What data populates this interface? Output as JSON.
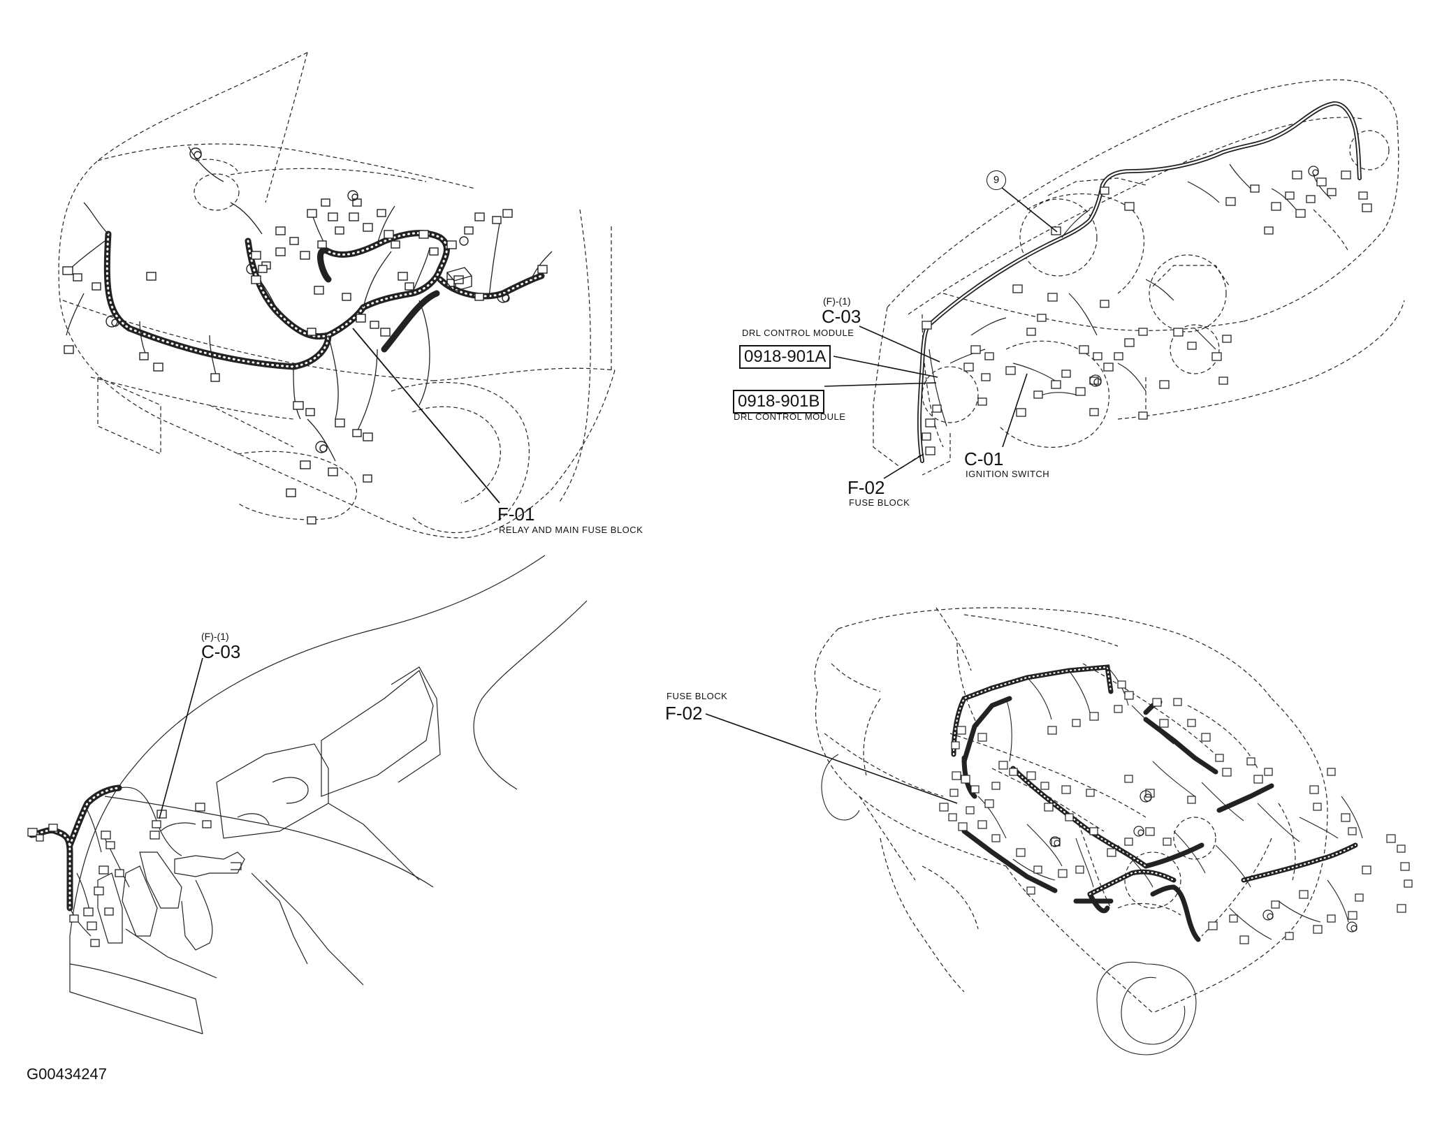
{
  "figure_id": "G00434247",
  "panels": {
    "engine_room": {
      "f01": {
        "code": "F-01",
        "name": "RELAY AND MAIN FUSE BLOCK"
      }
    },
    "dashboard": {
      "c03": {
        "ref": "(F)-(1)",
        "code": "C-03",
        "name": "DRL CONTROL MODULE"
      },
      "part_a": {
        "code": "0918-901A"
      },
      "part_b": {
        "code": "0918-901B",
        "name": "DRL CONTROL MODULE"
      },
      "c01": {
        "code": "C-01",
        "name": "IGNITION SWITCH"
      },
      "f02": {
        "code": "F-02",
        "name": "FUSE BLOCK"
      },
      "callout_9": "9"
    },
    "under_dash": {
      "c03": {
        "ref": "(F)-(1)",
        "code": "C-03"
      }
    },
    "body": {
      "f02": {
        "name": "FUSE BLOCK",
        "code": "F-02"
      }
    }
  }
}
